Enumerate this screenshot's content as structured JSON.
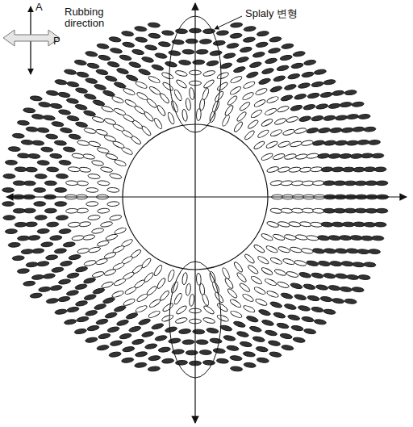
{
  "diagram": {
    "labels": [
      "A",
      "P",
      "Rubbing direction",
      "Splaly 변형"
    ]
  }
}
